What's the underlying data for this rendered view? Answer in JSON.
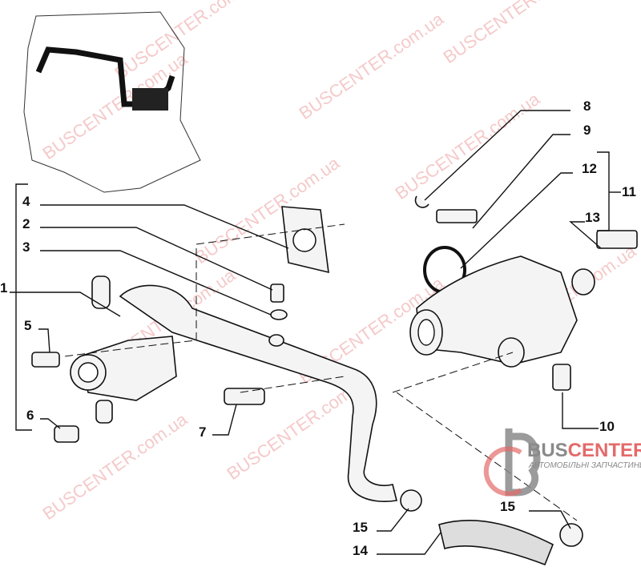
{
  "watermark": "BUSCENTER.com.ua",
  "logo": {
    "brand_gray": "BUS",
    "brand_red": "CENTER",
    "tagline": "АВТОМОБІЛЬНІ ЗАПЧАСТИНИ",
    "colors": {
      "gray": "#8a8a8a",
      "red": "#e46a6a"
    }
  },
  "callouts": [
    {
      "id": "8"
    },
    {
      "id": "9"
    },
    {
      "id": "12"
    },
    {
      "id": "11"
    },
    {
      "id": "13"
    },
    {
      "id": "4"
    },
    {
      "id": "2"
    },
    {
      "id": "3"
    },
    {
      "id": "1"
    },
    {
      "id": "5"
    },
    {
      "id": "6"
    },
    {
      "id": "7"
    },
    {
      "id": "10"
    },
    {
      "id": "15"
    },
    {
      "id": "14"
    },
    {
      "id": "15"
    }
  ]
}
